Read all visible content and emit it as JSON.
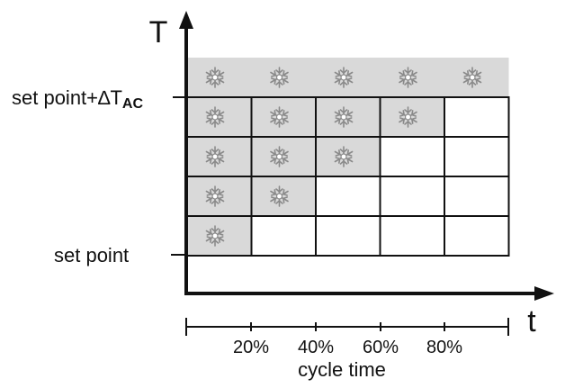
{
  "axes": {
    "y_label": "T",
    "x_label": "t"
  },
  "levels": {
    "upper_prefix": "set point+",
    "upper_delta": "∆T",
    "upper_sub": "AC",
    "lower": "set point"
  },
  "bracket": {
    "ticks": [
      "20%",
      "40%",
      "60%",
      "80%"
    ],
    "caption": "cycle time"
  },
  "grid": {
    "rows": 5,
    "cols": 5,
    "cooling_counts_top_to_bottom": [
      5,
      4,
      3,
      2,
      1
    ],
    "icon": "snowflake-icon",
    "cooling_fill": "#d9d9d9",
    "idle_fill": "#ffffff"
  }
}
